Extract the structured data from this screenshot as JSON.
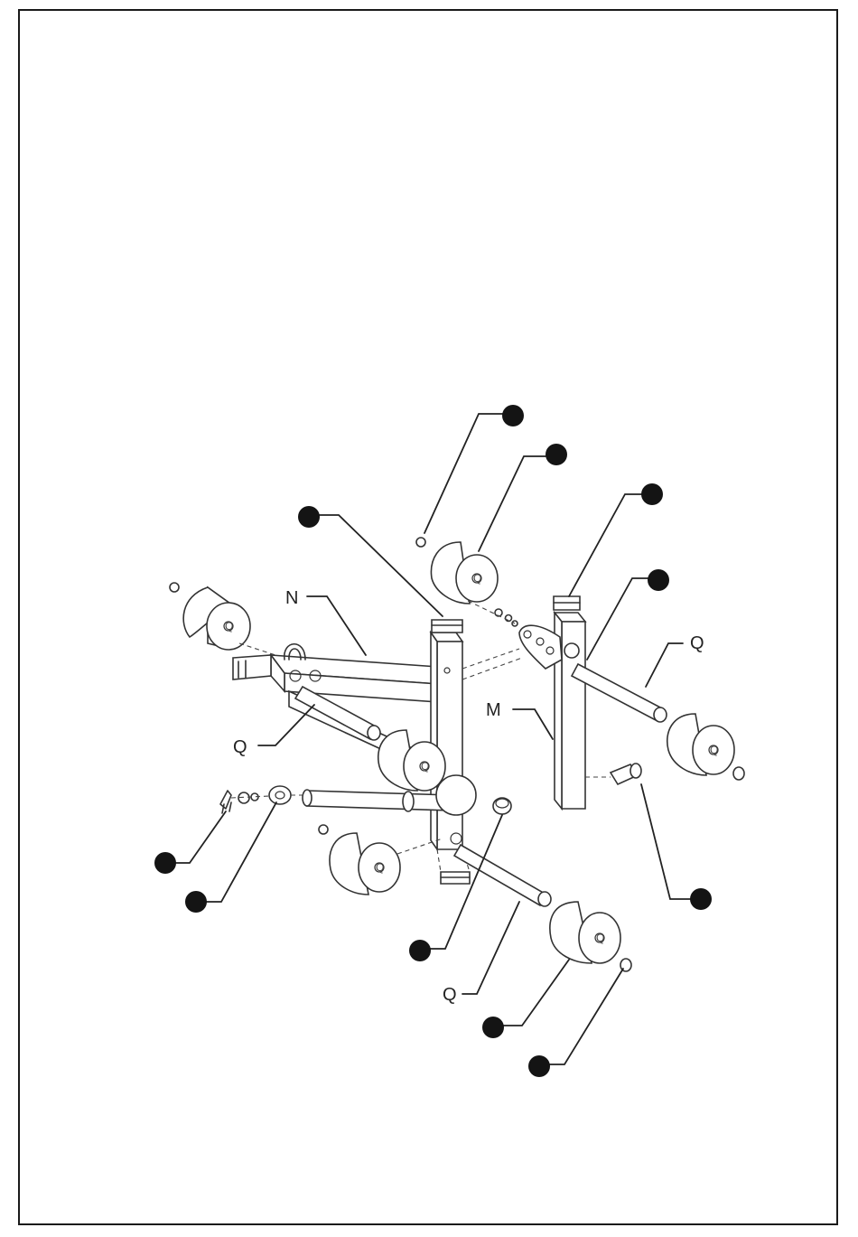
{
  "diagram": {
    "letter_labels": {
      "n": "N",
      "m": "M",
      "q_left": "Q",
      "q_right": "Q",
      "q_bottom": "Q"
    },
    "pad_marks": {
      "top_left": "Q",
      "top_right": "Q",
      "center": "Q",
      "right": "Q",
      "bottom_left": "Q",
      "bottom_right": "Q"
    },
    "callout_marker_color": "#141414",
    "line_color": "#333333"
  }
}
